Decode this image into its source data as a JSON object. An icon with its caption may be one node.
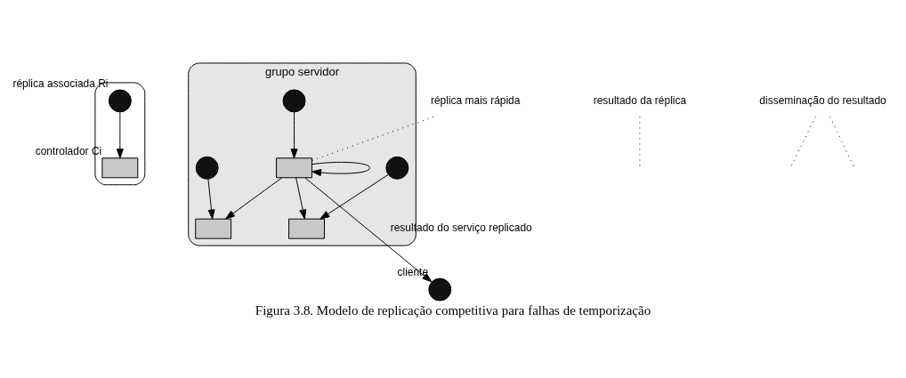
{
  "diagram": {
    "caption": "Figura 3.8. Modelo de replicação competitiva para falhas de temporização",
    "nodes": [
      {
        "text": [],
        "shape": "box"
      },
      {
        "text": [],
        "shape": "circle",
        "in": 0,
        "beside": [
          "réplica associada Ri"
        ]
      },
      {
        "text": [],
        "shape": "box",
        "in": 0,
        "beside": [
          "controlador Ci"
        ]
      },
      {
        "text": [
          "grupo servidor"
        ]
      },
      {
        "text": [],
        "shape": "circle",
        "in": 3
      },
      {
        "text": [],
        "shape": "box",
        "in": 3
      },
      {
        "text": [],
        "shape": "circle",
        "in": 3
      },
      {
        "text": [],
        "shape": "box",
        "in": 3
      },
      {
        "text": [],
        "shape": "circle",
        "in": 3
      },
      {
        "text": [],
        "shape": "box",
        "in": 3
      },
      {
        "text": [],
        "shape": "circle",
        "beside": [
          "cliente"
        ]
      },
      {
        "text": [
          "resultado da réplica"
        ]
      },
      {
        "text": [
          "disseminação do resultado"
        ]
      },
      {
        "text": [
          "réplica mais rápida"
        ]
      }
    ],
    "edges": [
      {
        "from": 1,
        "to": 2,
        "arrow": "to"
      },
      {
        "from": 4,
        "to": 5,
        "arrow": "to"
      },
      {
        "from": 6,
        "to": 7,
        "arrow": "to"
      },
      {
        "from": 8,
        "to": 9,
        "arrow": "to"
      },
      {
        "from": 9,
        "to": 5,
        "arrow": "to"
      },
      {
        "from": 9,
        "to": 7,
        "arrow": "to"
      },
      {
        "from": 9,
        "to": 9,
        "arrow": "to"
      },
      {
        "from": 9,
        "to": 10,
        "arrow": "to",
        "label": "resultado do serviço replicado"
      },
      {
        "from": 11,
        "to": null,
        "arrow": "none",
        "style": "dashed"
      },
      {
        "from": 12,
        "to": null,
        "arrow": "none",
        "style": "dashed"
      },
      {
        "from": 12,
        "to": null,
        "arrow": "none",
        "style": "dashed"
      },
      {
        "from": 13,
        "to": 9,
        "arrow": "none",
        "style": "dashed"
      }
    ]
  }
}
